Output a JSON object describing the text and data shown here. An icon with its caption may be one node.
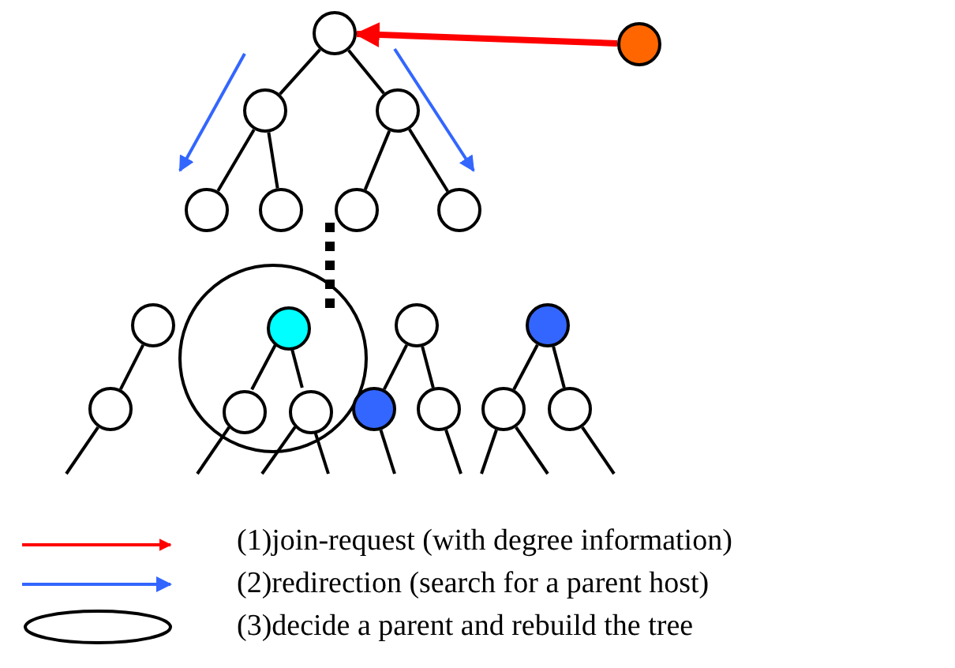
{
  "diagram": {
    "nodes": [
      {
        "text": [],
        "shape": "circle"
      },
      {
        "text": [],
        "shape": "circle"
      },
      {
        "text": [],
        "shape": "circle"
      },
      {
        "text": [],
        "shape": "circle"
      },
      {
        "text": [],
        "shape": "circle"
      },
      {
        "text": [],
        "shape": "circle"
      },
      {
        "text": [],
        "shape": "circle"
      },
      {
        "text": [],
        "shape": "circle"
      },
      {
        "text": [],
        "shape": "circle"
      },
      {
        "text": [],
        "shape": "circle"
      },
      {
        "text": [],
        "shape": "circle",
        "in": 8
      },
      {
        "text": [],
        "shape": "circle"
      },
      {
        "text": [],
        "shape": "circle"
      },
      {
        "text": [],
        "shape": "circle"
      },
      {
        "text": [],
        "shape": "circle",
        "in": 8
      },
      {
        "text": [],
        "shape": "circle",
        "in": 8
      },
      {
        "text": [],
        "shape": "circle"
      },
      {
        "text": [],
        "shape": "circle"
      },
      {
        "text": [],
        "shape": "circle"
      },
      {
        "text": [],
        "shape": "circle"
      }
    ],
    "edges": [
      {
        "from": 1,
        "to": 0,
        "arrow": "to",
        "style": "thick",
        "color": "#ff0000"
      },
      {
        "from": 0,
        "to": 2,
        "arrow": "none"
      },
      {
        "from": 0,
        "to": 3,
        "arrow": "none"
      },
      {
        "from": 2,
        "to": 4,
        "arrow": "none"
      },
      {
        "from": 2,
        "to": 5,
        "arrow": "none"
      },
      {
        "from": 3,
        "to": 6,
        "arrow": "none"
      },
      {
        "from": 3,
        "to": 7,
        "arrow": "none"
      },
      {
        "from": 9,
        "to": 13,
        "arrow": "none"
      },
      {
        "from": 10,
        "to": 14,
        "arrow": "none"
      },
      {
        "from": 10,
        "to": 15,
        "arrow": "none"
      },
      {
        "from": 11,
        "to": 16,
        "arrow": "none"
      },
      {
        "from": 11,
        "to": 17,
        "arrow": "none"
      },
      {
        "from": 12,
        "to": 18,
        "arrow": "none"
      },
      {
        "from": 12,
        "to": 19,
        "arrow": "none"
      },
      {
        "from": 13,
        "to": null,
        "arrow": "none"
      },
      {
        "from": 14,
        "to": null,
        "arrow": "none"
      },
      {
        "from": 15,
        "to": null,
        "arrow": "none"
      },
      {
        "from": 15,
        "to": null,
        "arrow": "none"
      },
      {
        "from": 16,
        "to": null,
        "arrow": "none"
      },
      {
        "from": 17,
        "to": null,
        "arrow": "none"
      },
      {
        "from": 18,
        "to": null,
        "arrow": "none"
      },
      {
        "from": 18,
        "to": null,
        "arrow": "none"
      },
      {
        "from": 19,
        "to": null,
        "arrow": "none"
      }
    ],
    "legend": [
      {
        "text": "(1)join-request (with degree information)"
      },
      {
        "text": "(2)redirection (search for a parent host)"
      },
      {
        "text": "(3)decide a parent and rebuild the tree"
      }
    ]
  }
}
